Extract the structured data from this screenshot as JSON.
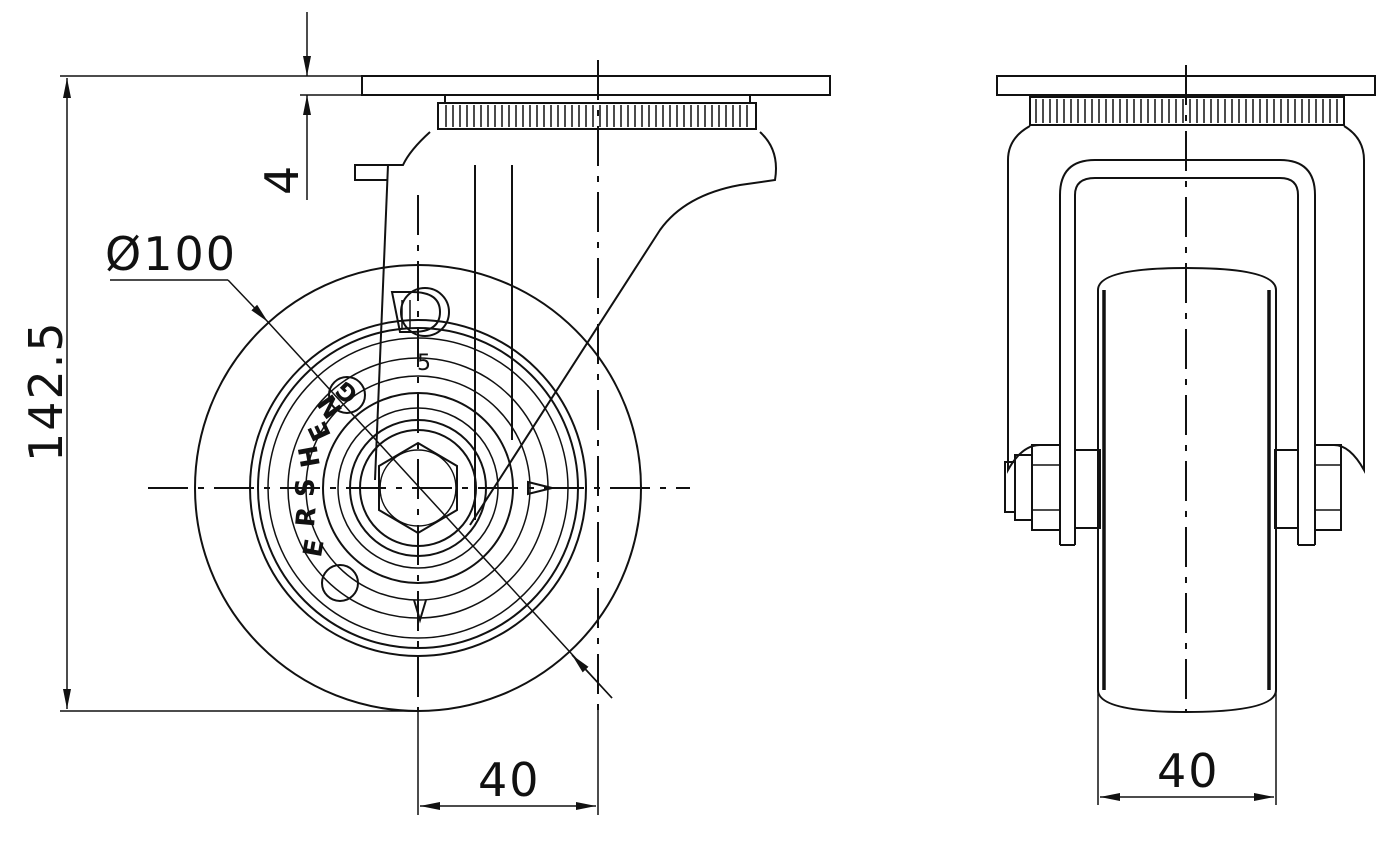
{
  "drawing": {
    "dimensions": {
      "plate_thickness": "4",
      "overall_height": "142.5",
      "wheel_diameter": "Ø100",
      "offset": "40",
      "wheel_width": "40"
    },
    "wheel_text": {
      "brand": [
        "E",
        "R",
        "S",
        "H",
        "E",
        "N",
        "G"
      ],
      "bracket_number": "5"
    },
    "colors": {
      "line": "#111111",
      "background": "#ffffff"
    }
  }
}
